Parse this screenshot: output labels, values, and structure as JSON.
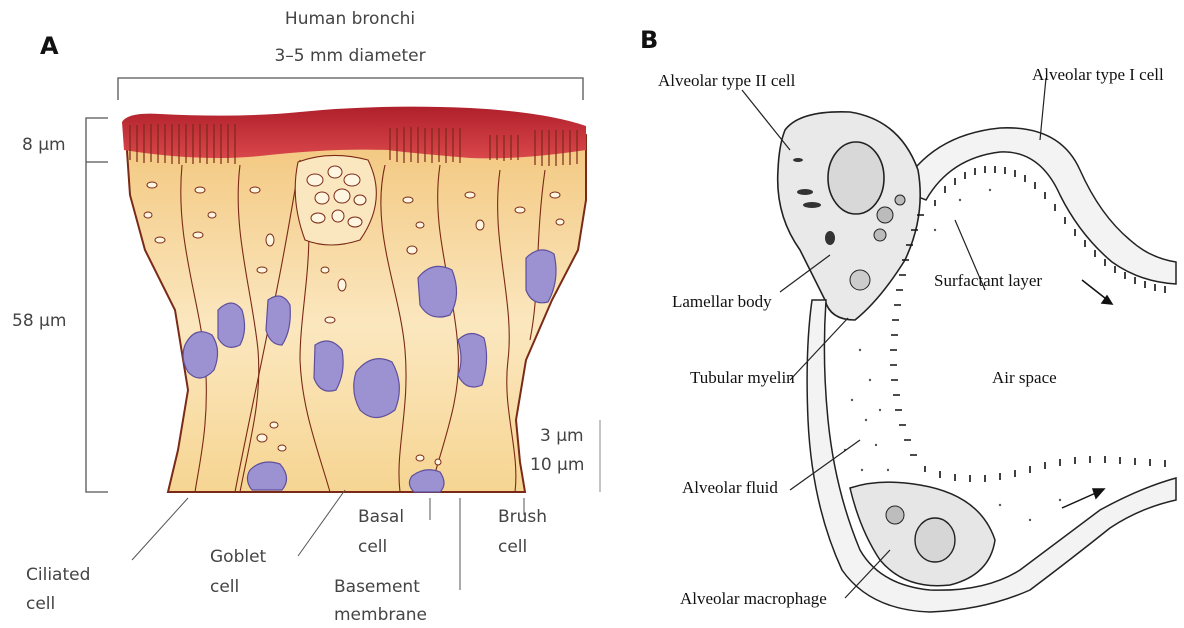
{
  "panel_a": {
    "letter": "A",
    "title_line1": "Human bronchi",
    "title_line2": "3–5 mm diameter",
    "dim_top": "8 µm",
    "dim_mid": "58 µm",
    "dim_r1": "3 µm",
    "dim_r2": "10 µm",
    "labels": {
      "ciliated_1": "Ciliated",
      "ciliated_2": "cell",
      "goblet_1": "Goblet",
      "goblet_2": "cell",
      "basal_1": "Basal",
      "basal_2": "cell",
      "basement_1": "Basement",
      "basement_2": "membrane",
      "brush_1": "Brush",
      "brush_2": "cell"
    },
    "colors": {
      "mucus": "#b0202b",
      "cell": "#f7dca0",
      "nucleus": "#9c92d2",
      "outline": "#7a2a16"
    }
  },
  "panel_b": {
    "letter": "B",
    "labels": {
      "type2": "Alveolar type II cell",
      "type1": "Alveolar type I cell",
      "lamellar": "Lamellar body",
      "surfactant": "Surfactant layer",
      "tubular": "Tubular myelin",
      "air": "Air space",
      "fluid": "Alveolar fluid",
      "macrophage": "Alveolar macrophage"
    }
  }
}
